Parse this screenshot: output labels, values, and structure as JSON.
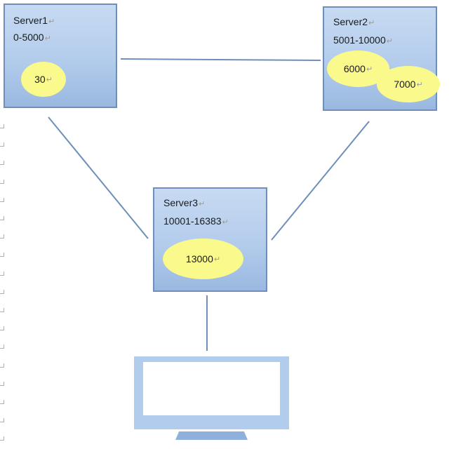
{
  "servers": [
    {
      "name": "Server1",
      "range": "0-5000",
      "keys": [
        "30"
      ]
    },
    {
      "name": "Server2",
      "range": "5001-10000",
      "keys": [
        "6000",
        "7000"
      ]
    },
    {
      "name": "Server3",
      "range": "10001-16383",
      "keys": [
        "13000"
      ]
    }
  ],
  "paragraph_mark": "↵",
  "colors": {
    "server_fill": "#b3ccec",
    "server_border": "#6d8fb9",
    "key_fill": "#f9f98c",
    "connector": "#6d8fb9",
    "client": "#b1ccec"
  },
  "icons": {
    "client": "monitor-icon"
  }
}
